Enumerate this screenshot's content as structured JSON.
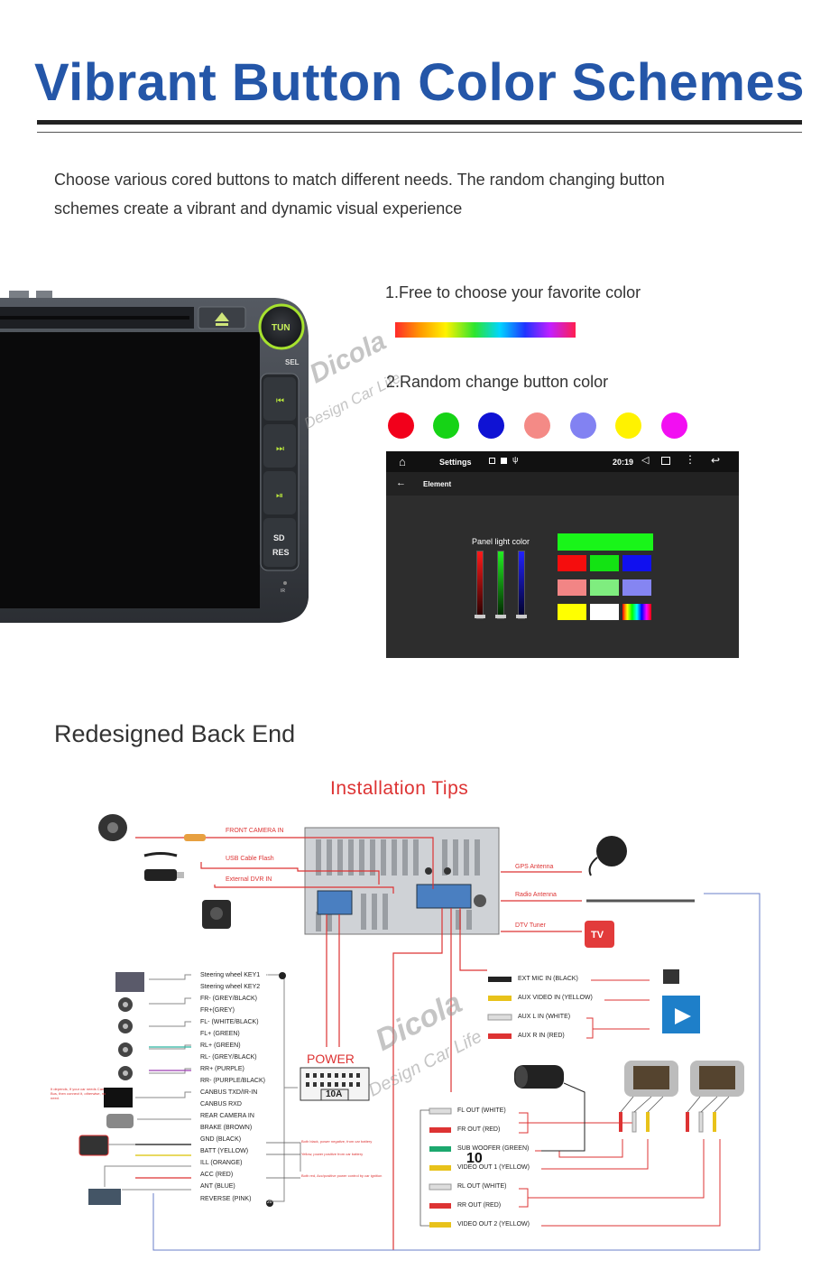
{
  "header": {
    "title": "Vibrant Button Color Schemes",
    "intro_line1": "Choose various cored buttons to match different needs. The random changing button",
    "intro_line2": "schemes create a vibrant and dynamic visual experience"
  },
  "unit": {
    "tun": "TUN",
    "sel": "SEL",
    "sd": "SD",
    "res": "RES",
    "ir": "IR"
  },
  "features": {
    "f1": "1.Free to choose your favorite color",
    "f2": "2.Random change button color"
  },
  "color_dots": [
    "#f2001b",
    "#16d316",
    "#0f12d4",
    "#f48a86",
    "#8282f2",
    "#fff200",
    "#f20ff2"
  ],
  "settings_panel": {
    "settings_label": "Settings",
    "time": "20:19",
    "element_label": "Element",
    "panel_light_label": "Panel light color",
    "swatches": {
      "wide": "#19f519",
      "row1": [
        "#f50d0d",
        "#13e313",
        "#1010ef"
      ],
      "row2": [
        "#f28585",
        "#7fed7f",
        "#8585f2"
      ],
      "row3": [
        "#ffff00",
        "#ffffff",
        "rainbow"
      ]
    }
  },
  "backend": {
    "title": "Redesigned Back End",
    "install_title": "Installation  Tips",
    "watermark_brand": "Dicola",
    "watermark_tag": "Design Car Life",
    "top_labels": [
      "FRONT CAMERA IN",
      "USB Cable Flash",
      "External DVR IN"
    ],
    "right_labels": [
      "GPS Antenna",
      "Radio Antenna",
      "DTV Tuner"
    ],
    "tv_label": "TV",
    "left_wires": [
      "Steering wheel KEY1",
      "Steering wheel KEY2",
      "FR- (GREY/BLACK)",
      "FR+(GREY)",
      "FL- (WHITE/BLACK)",
      "FL+ (GREEN)",
      "RL+ (GREEN)",
      "RL- (GREY/BLACK)",
      "RR+ (PURPLE)",
      "RR- (PURPLE/BLACK)",
      "CANBUS TXD/IR-IN",
      "CANBUS RXD",
      "REAR CAMERA IN",
      "BRAKE (BROWN)",
      "GND (BLACK)",
      "BATT (YELLOW)",
      "ILL (ORANGE)",
      "ACC (RED)",
      "ANT (BLUE)",
      "REVERSE (PINK)"
    ],
    "canbus_note": "It depends, If your car needs Can Bus, then connect it, otherwise, no need.",
    "power_label": "POWER",
    "fuse_label": "10A",
    "notes": [
      "Both black, power negative, from car battery",
      "Yellow, power positive from car battery",
      "Both red, Acc/positive power control by car ignition"
    ],
    "av_inputs": [
      "EXT MIC IN (BLACK)",
      "AUX VIDEO IN (YELLOW)",
      "AUX L IN (WHITE)",
      "AUX R IN (RED)"
    ],
    "av_outputs": [
      "FL OUT (WHITE)",
      "FR OUT (RED)",
      "SUB WOOFER (GREEN)",
      "VIDEO OUT 1 (YELLOW)",
      "RL OUT (WHITE)",
      "RR OUT (RED)",
      "VIDEO OUT 2 (YELLOW)"
    ],
    "pin_top": "1",
    "pin_bottom": "20",
    "out_pin": "10"
  }
}
